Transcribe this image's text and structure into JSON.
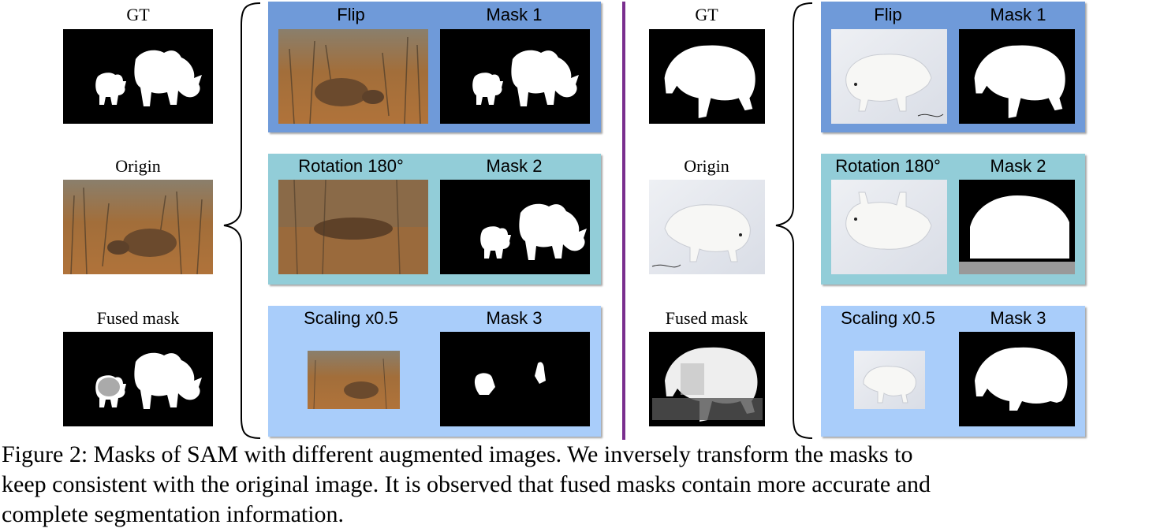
{
  "colors": {
    "flip_box": "#6f9ad9",
    "rotation_box": "#92cdd8",
    "scaling_box": "#a9cdfa",
    "divider": "#7a2f8e"
  },
  "left": {
    "gt_label": "GT",
    "origin_label": "Origin",
    "fused_label": "Fused mask",
    "flip_label": "Flip",
    "mask1_label": "Mask 1",
    "rotation_label": "Rotation 180°",
    "mask2_label": "Mask 2",
    "scaling_label": "Scaling x0.5",
    "mask3_label": "Mask 3"
  },
  "right": {
    "gt_label": "GT",
    "origin_label": "Origin",
    "fused_label": "Fused mask",
    "flip_label": "Flip",
    "mask1_label": "Mask 1",
    "rotation_label": "Rotation 180°",
    "mask2_label": "Mask 2",
    "scaling_label": "Scaling x0.5",
    "mask3_label": "Mask 3"
  },
  "caption": {
    "line1": "Figure 2: Masks of SAM with different augmented images. We inversely transform the masks to",
    "line2": "keep consistent with the original image. It is observed that fused masks contain more accurate and",
    "line3": "complete segmentation information."
  }
}
